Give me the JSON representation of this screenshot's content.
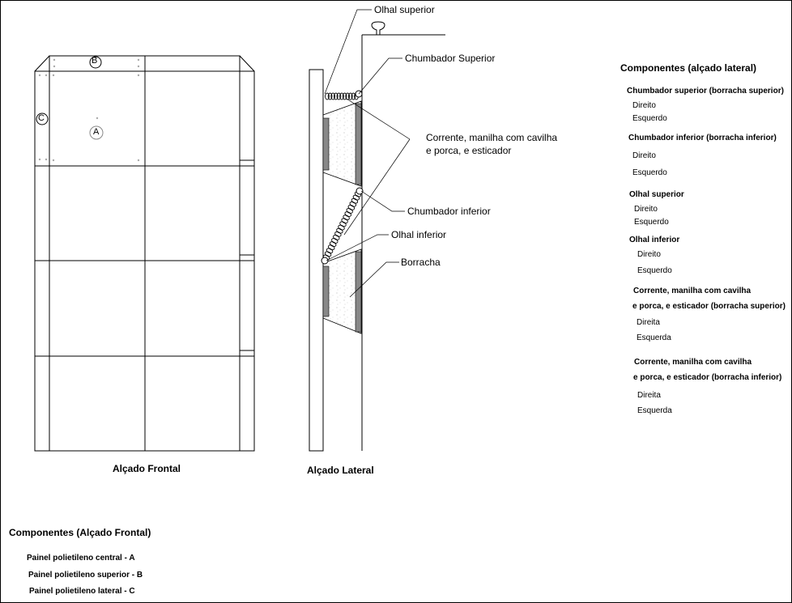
{
  "front": {
    "caption": "Alçado Frontal",
    "markers": {
      "a": "A",
      "b": "B",
      "c": "C"
    }
  },
  "lateral": {
    "caption": "Alçado Lateral",
    "callouts": {
      "olhal_superior": "Olhal superior",
      "chumbador_superior": "Chumbador Superior",
      "corrente_line1": "Corrente, manilha com cavilha",
      "corrente_line2": "e porca, e esticador",
      "chumbador_inferior": "Chumbador inferior",
      "olhal_inferior": "Olhal inferior",
      "borracha": "Borracha"
    }
  },
  "legend_lateral": {
    "title": "Componentes (alçado lateral)",
    "groups": [
      {
        "title": "Chumbador superior (borracha superior)",
        "items": [
          "Direito",
          "Esquerdo"
        ]
      },
      {
        "title": "Chumbador inferior (borracha inferior)",
        "items": [
          "Direito",
          "Esquerdo"
        ]
      },
      {
        "title": "Olhal superior",
        "items": [
          "Direito",
          "Esquerdo"
        ]
      },
      {
        "title": "Olhal inferior",
        "items": [
          "Direito",
          "Esquerdo"
        ]
      },
      {
        "title_line1": "Corrente, manilha com cavilha",
        "title_line2": "e porca, e esticador (borracha superior)",
        "items": [
          "Direita",
          "Esquerda"
        ]
      },
      {
        "title_line1": "Corrente, manilha com cavilha",
        "title_line2": "e porca, e esticador (borracha inferior)",
        "items": [
          "Direita",
          "Esquerda"
        ]
      }
    ]
  },
  "legend_frontal": {
    "title": "Componentes (Alçado Frontal)",
    "items": [
      "Painel polietileno central - A",
      "Painel polietileno superior - B",
      "Painel polietileno lateral - C"
    ]
  }
}
